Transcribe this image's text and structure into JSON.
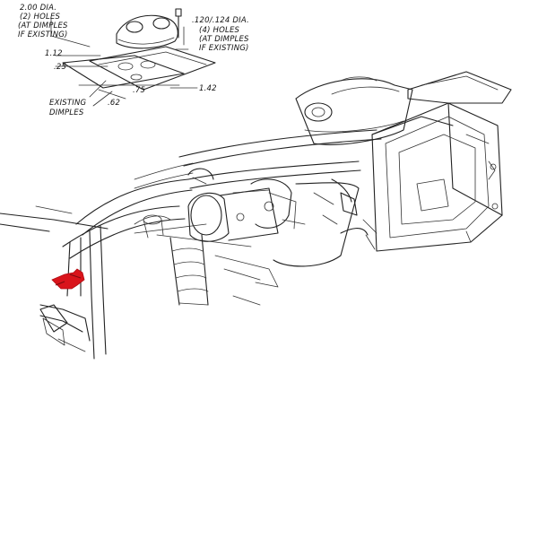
{
  "annotations": {
    "hole_a_line1": "2.00 DIA.",
    "hole_a_line2": "(2) HOLES",
    "hole_a_line3": "(AT DIMPLES",
    "hole_a_line4": "IF EXISTING)",
    "hole_b_line1": ".120/.124 DIA.",
    "hole_b_line2": "(4) HOLES",
    "hole_b_line3": "(AT DIMPLES",
    "hole_b_line4": "IF EXISTING)",
    "dim_112": "1.12",
    "dim_25": ".25",
    "dim_75": ".75",
    "dim_62": ".62",
    "dim_142": "1.42",
    "existing_line1": "EXISTING",
    "existing_line2": "DIMPLES"
  },
  "colors": {
    "ink": "#222222",
    "highlight": "#d9141b",
    "paper": "#ffffff"
  }
}
